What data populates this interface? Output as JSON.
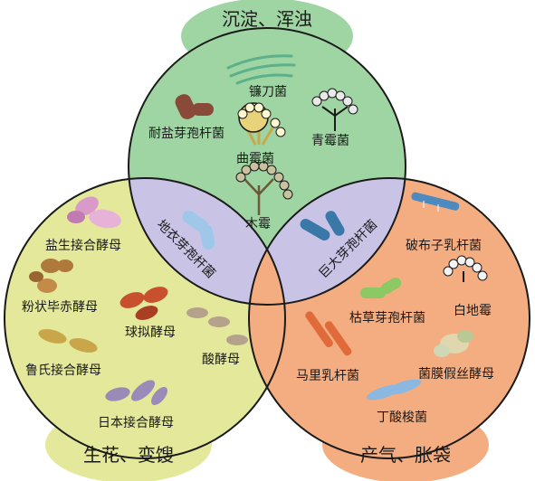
{
  "headers": {
    "top": "沉淀、浑浊",
    "left": "生花、变馊",
    "right": "产气、胀袋"
  },
  "organisms": {
    "top": {
      "fusarium": "镰刀菌",
      "bacillus_salt": "耐盐芽孢杆菌",
      "aspergillus": "曲霉菌",
      "penicillium": "青霉菌",
      "mucor": "木霉"
    },
    "overlap_left": {
      "bacillus_licheniformis": "地衣芽孢杆菌"
    },
    "overlap_right": {
      "bacillus_megaterium": "巨大芽孢杆菌"
    },
    "left": {
      "zygo_salt": "盐生接合酵母",
      "pichia": "粉状毕赤酵母",
      "torulopsis": "球拟酵母",
      "zygo_rouxii": "鲁氏接合酵母",
      "sour_yeast": "酸酵母",
      "zygo_japonicus": "日本接合酵母"
    },
    "right": {
      "lactobacillus_brevis": "破布子乳杆菌",
      "bacillus_subtilis": "枯草芽孢杆菌",
      "geotrichum": "白地霉",
      "lactobacillus_malt": "马里乳杆菌",
      "hyphopichia": "菌膜假丝酵母",
      "clostridium": "丁酸梭菌"
    }
  },
  "colors": {
    "top_circle": "#9fd4a3",
    "left_circle": "#e3e89a",
    "right_circle": "#f3ad80",
    "overlap": "#c9c3e6",
    "outline": "#1a1a1a"
  }
}
